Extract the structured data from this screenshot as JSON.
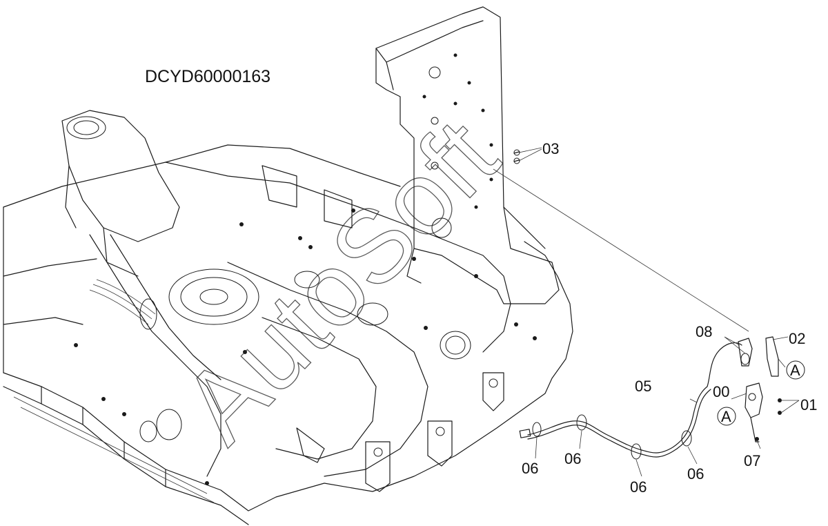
{
  "diagram": {
    "code": "DCYD60000163",
    "watermark": "AutoSoft",
    "callouts": {
      "c03": "03",
      "c08": "08",
      "c02": "02",
      "cA1": "A",
      "c05": "05",
      "c00": "00",
      "c01": "01",
      "cA2": "A",
      "c07": "07",
      "c06a": "06",
      "c06b": "06",
      "c06c": "06",
      "c06d": "06"
    }
  }
}
